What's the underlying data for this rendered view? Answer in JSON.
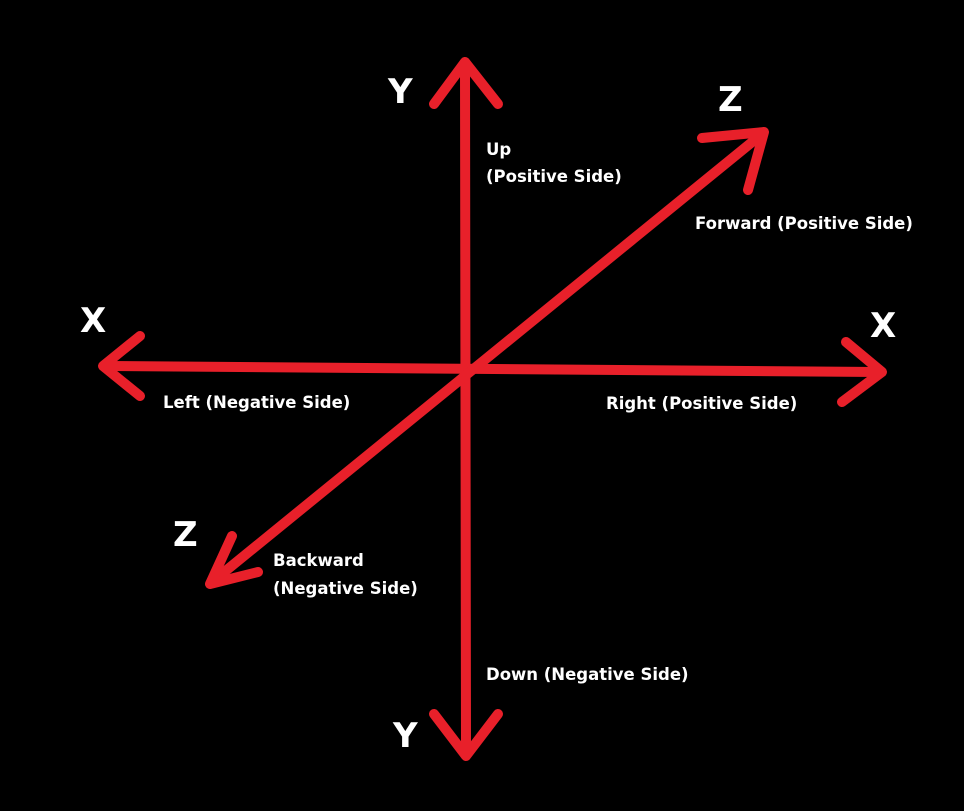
{
  "colors": {
    "background": "#000000",
    "axis": "#e8202a",
    "text": "#ffffff"
  },
  "axes": {
    "y_top": "Y",
    "y_bottom": "Y",
    "x_left": "X",
    "x_right": "X",
    "z_top": "Z",
    "z_bottom": "Z"
  },
  "labels": {
    "up_line1": "Up",
    "up_line2": "(Positive Side)",
    "forward": "Forward (Positive Side)",
    "left": "Left (Negative Side)",
    "right": "Right (Positive Side)",
    "backward_line1": "Backward",
    "backward_line2": "(Negative Side)",
    "down": "Down (Negative Side)"
  }
}
